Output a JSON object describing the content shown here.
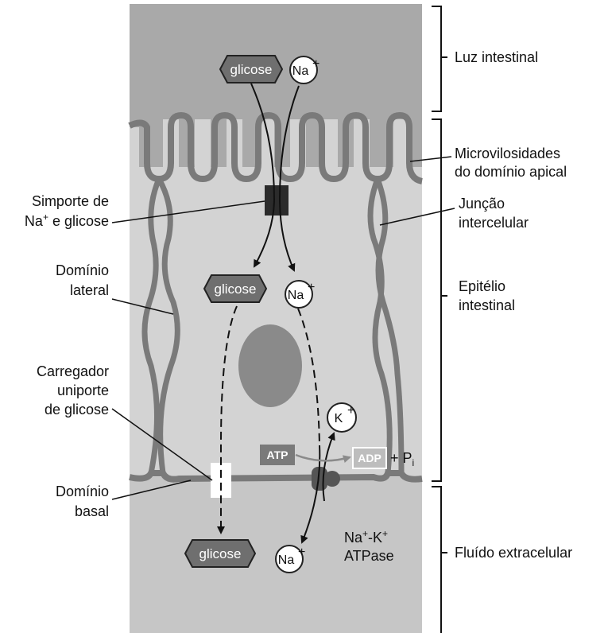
{
  "molecules": {
    "glucose_lumen": "glicose",
    "glucose_cell": "glicose",
    "glucose_ecf": "glicose",
    "na_symbol": "Na",
    "na_charge": "+",
    "k_symbol": "K",
    "k_charge": "+",
    "atp": "ATP",
    "adp": "ADP",
    "plus_pi_prefix": "+ P",
    "pi_subscript": "i"
  },
  "left_labels": {
    "symporter_line1_a": "Simporte de",
    "symporter_line2_na": "Na",
    "symporter_line2_charge": "+",
    "symporter_line2_rest": " e glicose",
    "lateral_line1": "Domínio",
    "lateral_line2": "lateral",
    "uniporter_line1": "Carregador",
    "uniporter_line2": "uniporte",
    "uniporter_line3": "de glicose",
    "basal_line1": "Domínio",
    "basal_line2": "basal"
  },
  "right_labels": {
    "lumen": "Luz intestinal",
    "microvilli_line1": "Microvilosidades",
    "microvilli_line2": "do domínio apical",
    "junction_line1": "Junção",
    "junction_line2": "intercelular",
    "epithelium_line1": "Epitélio",
    "epithelium_line2": "intestinal",
    "ecf": "Fluído extracelular"
  },
  "pump": {
    "line1_na": "Na",
    "line1_plus": "+",
    "line1_dash": "-K",
    "line1_plus2": "+",
    "line2": "ATPase"
  },
  "colors": {
    "lumen": "#a9a9a9",
    "cytoplasm": "#d3d3d3",
    "extracellular": "#c6c6c6",
    "membrane": "#7a7a7a",
    "nucleus": "#8a8a8a",
    "symporter": "#2b2b2b",
    "glucose_shape": "#6f6f6f",
    "atp_chip": "#7a7a7a"
  }
}
